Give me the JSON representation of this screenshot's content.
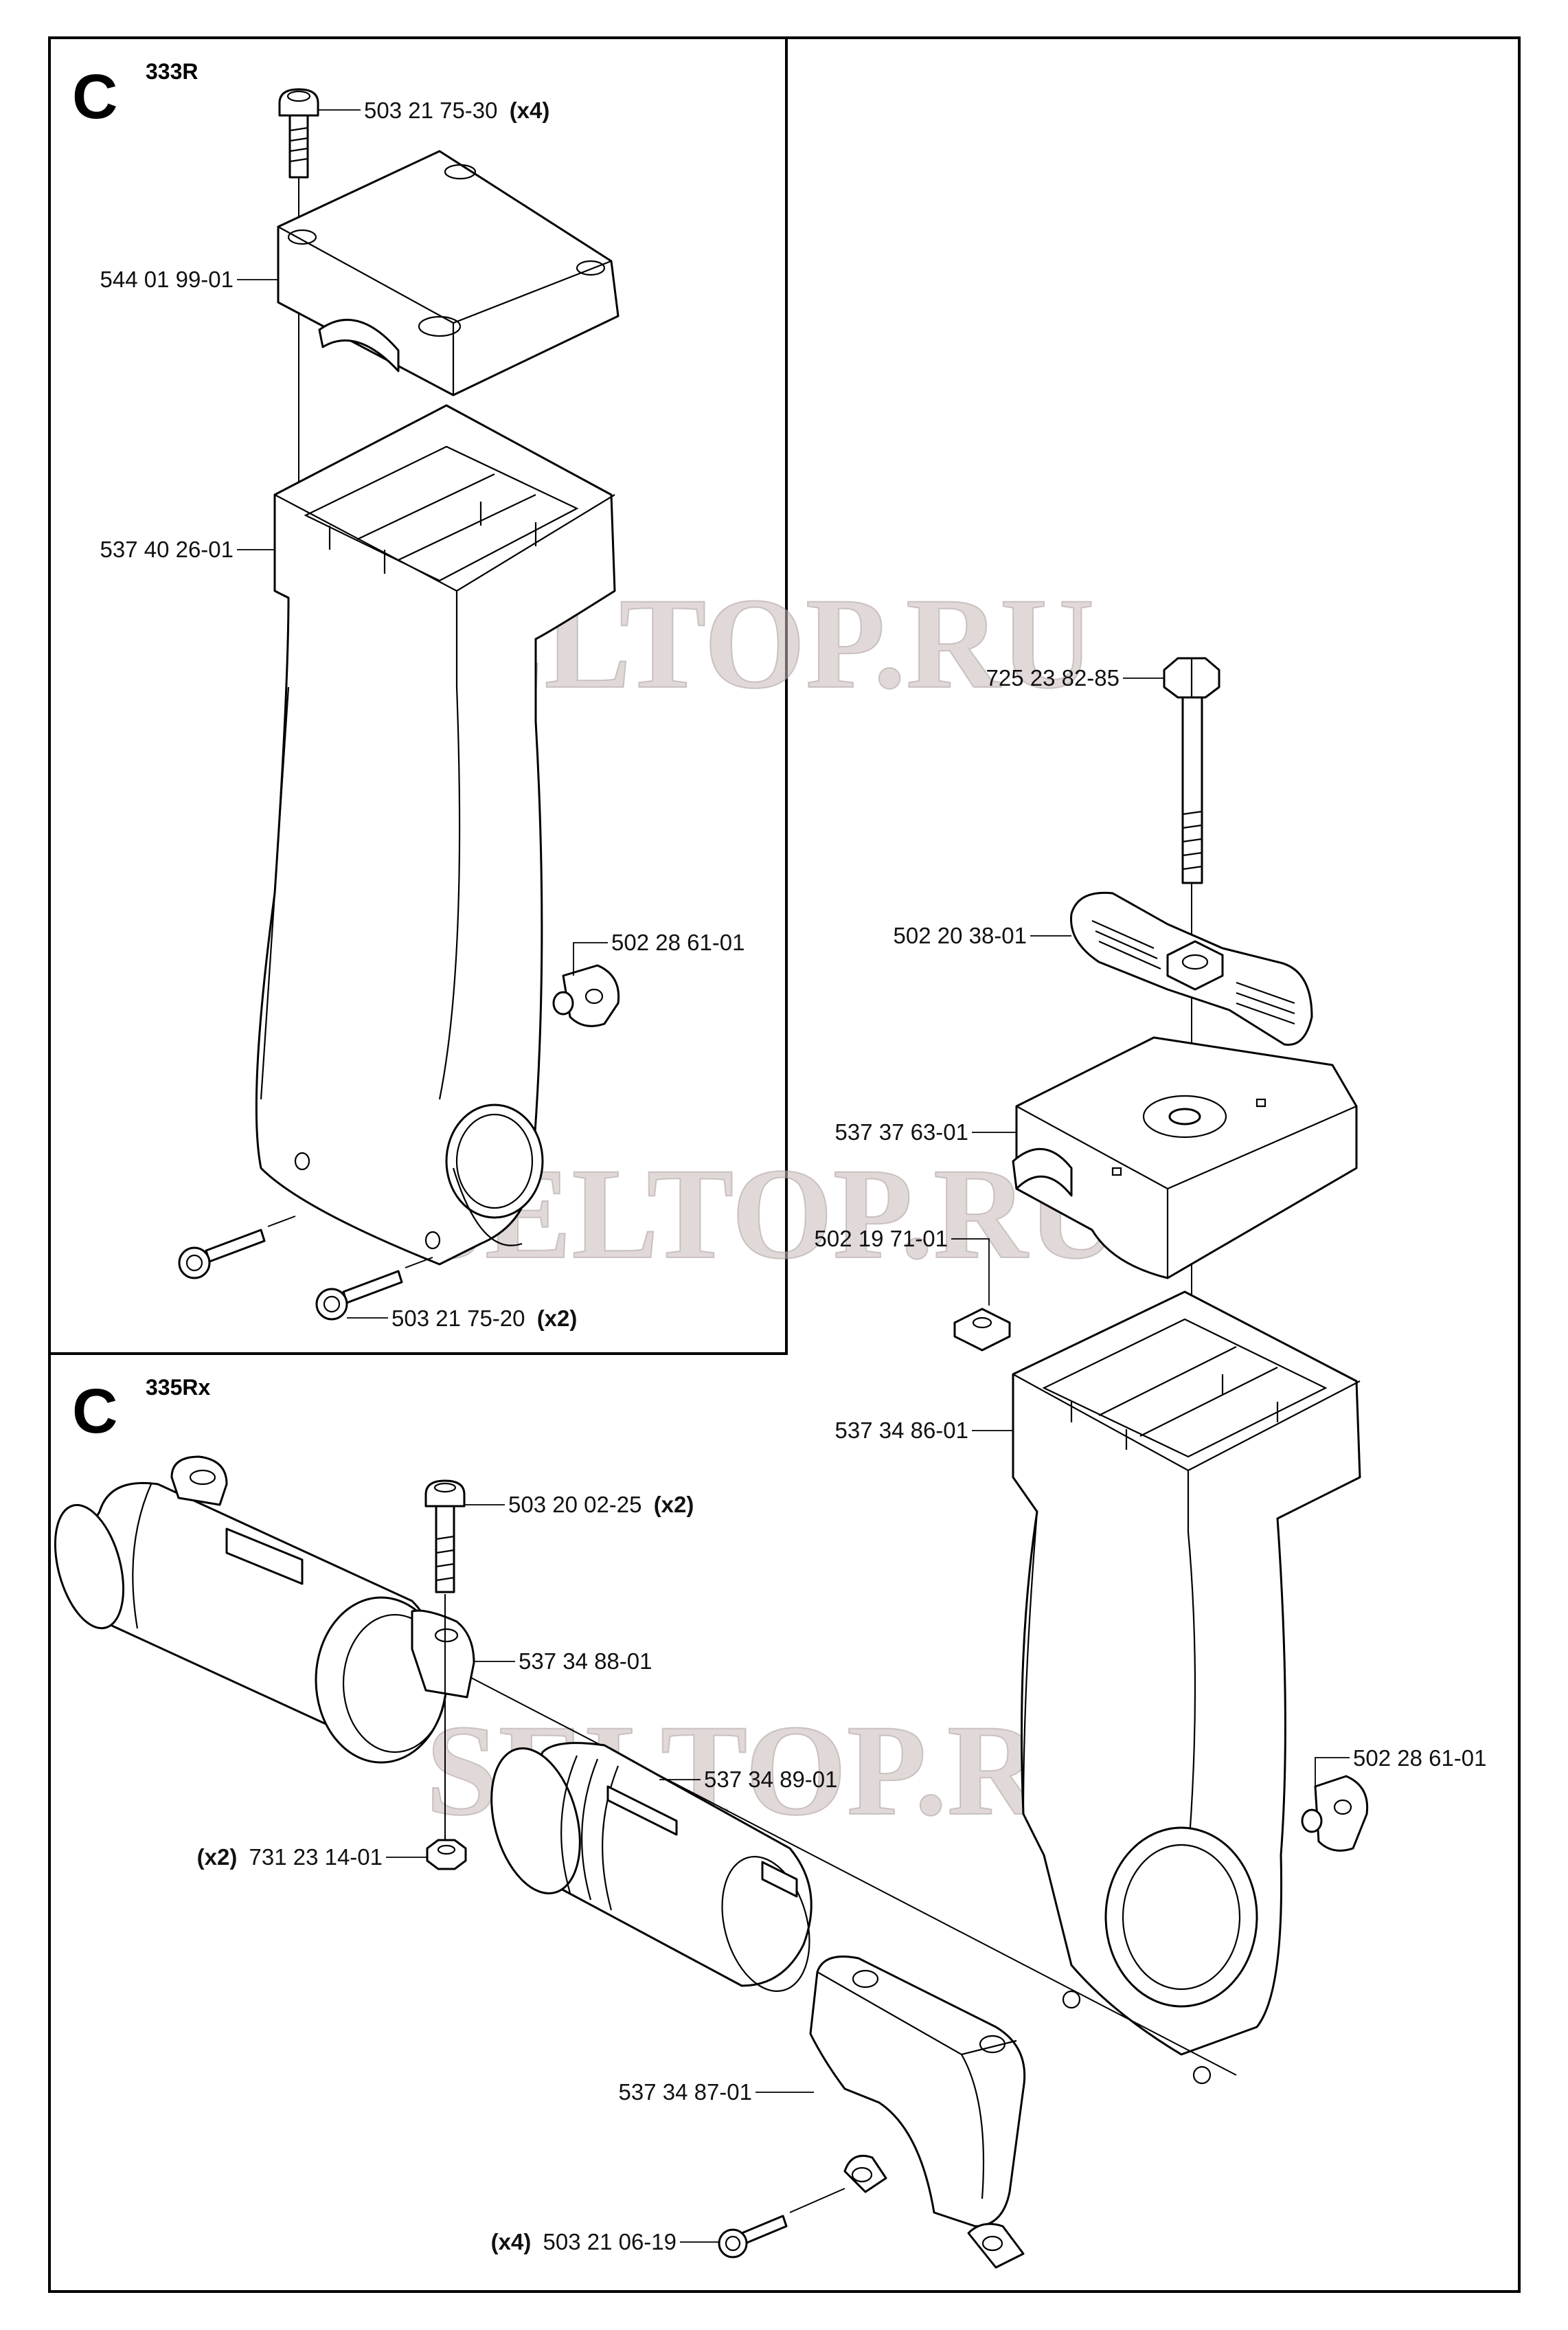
{
  "sections": [
    {
      "letter": "C",
      "model": "333R"
    },
    {
      "letter": "C",
      "model": "335Rx"
    }
  ],
  "watermark": "SELTOP.RU",
  "parts": {
    "p1": {
      "number": "503 21 75-30",
      "qty": "(x4)"
    },
    "p2": {
      "number": "544 01 99-01"
    },
    "p3": {
      "number": "537 40 26-01"
    },
    "p4": {
      "number": "502 28 61-01"
    },
    "p5": {
      "number": "503 21 75-20",
      "qty": "(x2)"
    },
    "p6": {
      "number": "725 23 82-85"
    },
    "p7": {
      "number": "502 20 38-01"
    },
    "p8": {
      "number": "537 37 63-01"
    },
    "p9": {
      "number": "502 19 71-01"
    },
    "p10": {
      "number": "537 34 86-01"
    },
    "p11": {
      "number": "503 20 02-25",
      "qty": "(x2)"
    },
    "p12": {
      "number": "537 34 88-01"
    },
    "p13": {
      "number": "537 34 89-01"
    },
    "p14": {
      "number": "502 28 61-01"
    },
    "p15": {
      "number": "731 23 14-01",
      "qty": "(x2)"
    },
    "p16": {
      "number": "537 34 87-01"
    },
    "p17": {
      "number": "503 21 06-19",
      "qty": "(x4)"
    }
  }
}
